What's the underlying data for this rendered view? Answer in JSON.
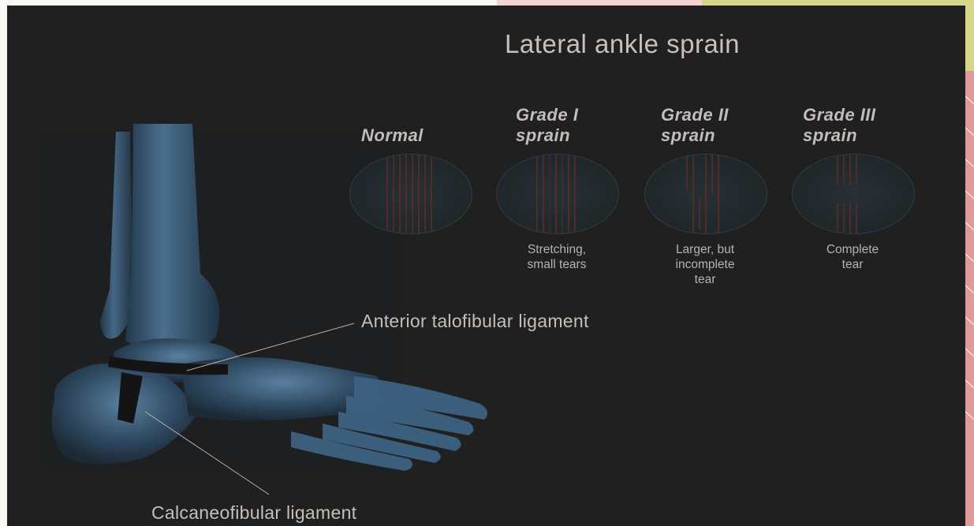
{
  "title": "Lateral ankle sprain",
  "grades": [
    {
      "label": "Normal",
      "desc": ""
    },
    {
      "label": "Grade I\nsprain",
      "desc": "Stretching,\nsmall tears"
    },
    {
      "label": "Grade II\nsprain",
      "desc": "Larger, but\nincomplete\ntear"
    },
    {
      "label": "Grade III\nsprain",
      "desc": "Complete\ntear"
    }
  ],
  "labels": {
    "atfl": "Anterior talofibular ligament",
    "cfl": "Calcaneofibular ligament"
  },
  "colors": {
    "background": "#202020",
    "bone": "#4a6f8e",
    "ligament": "#141414",
    "fiber": "#782d28",
    "accent_green": "#d6d68a",
    "accent_pink": "#f4d3d3",
    "accent_rose": "#e09a9a"
  }
}
